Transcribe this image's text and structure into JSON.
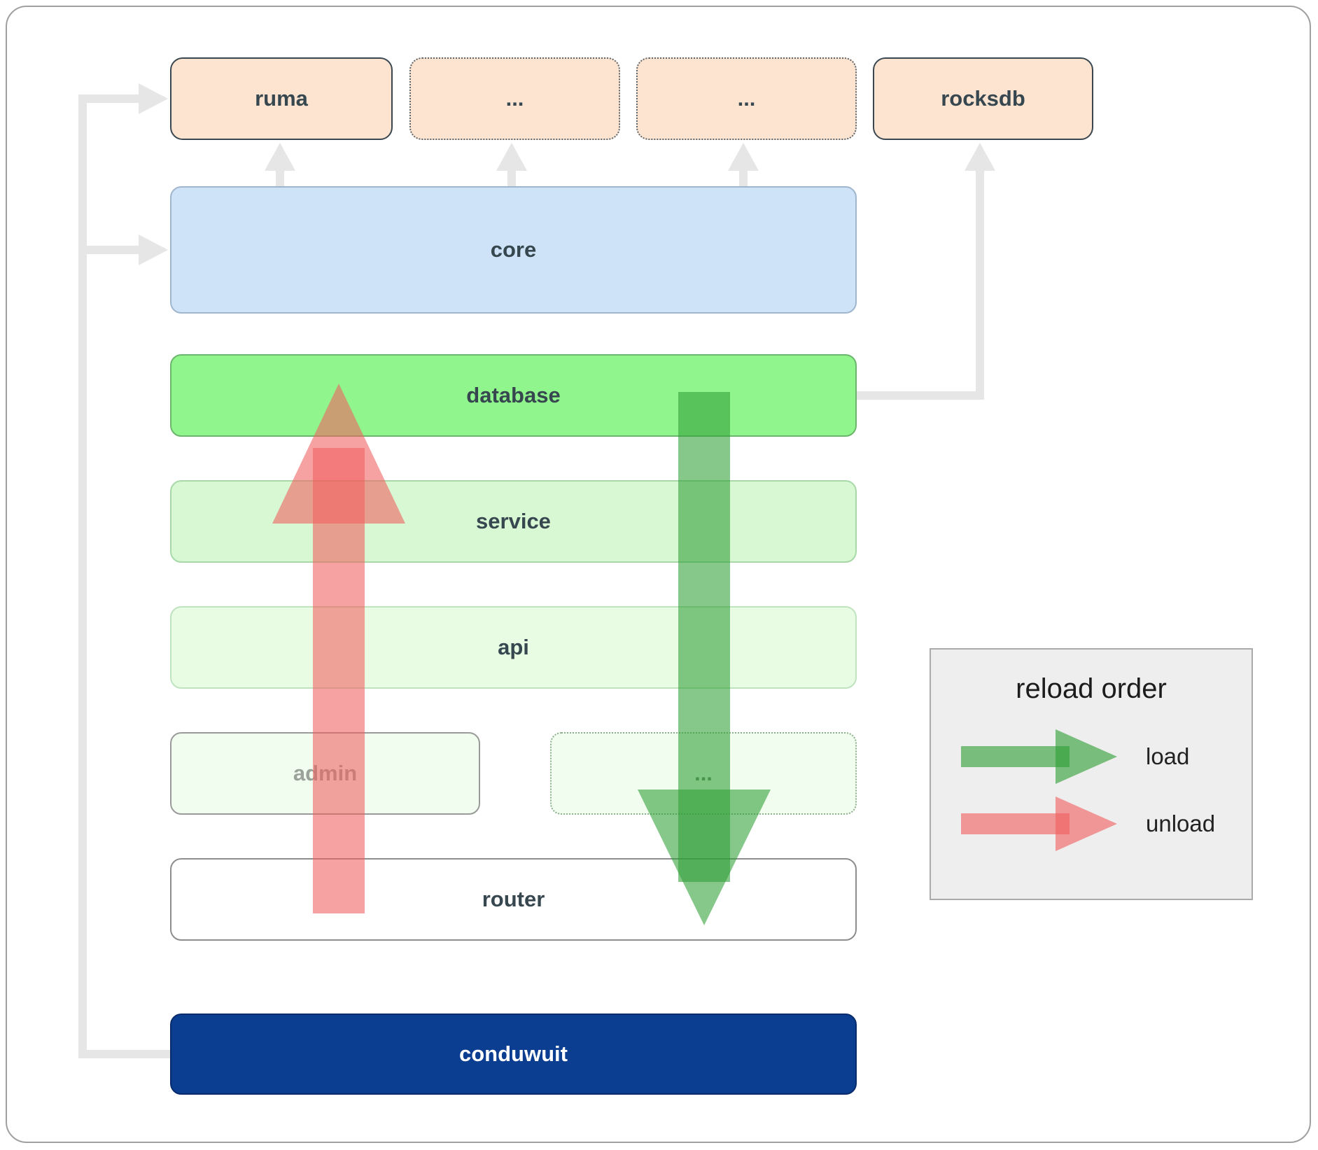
{
  "nodes": {
    "ruma": {
      "label": "ruma"
    },
    "ellipsis_top_1": {
      "label": "..."
    },
    "ellipsis_top_2": {
      "label": "..."
    },
    "rocksdb": {
      "label": "rocksdb"
    },
    "core": {
      "label": "core"
    },
    "database": {
      "label": "database"
    },
    "service": {
      "label": "service"
    },
    "api": {
      "label": "api"
    },
    "admin": {
      "label": "admin"
    },
    "ellipsis_mid": {
      "label": "..."
    },
    "router": {
      "label": "router"
    },
    "conduwuit": {
      "label": "conduwuit"
    }
  },
  "legend": {
    "title": "reload order",
    "items": [
      {
        "label": "load",
        "color": "#2e9e35"
      },
      {
        "label": "unload",
        "color": "#f15f5f"
      }
    ]
  },
  "colors": {
    "peach": "#fce4d1",
    "core_blue": "#cfe3f8",
    "database_green": "#90f58c",
    "service_green": "#d7f8d2",
    "api_green": "#e8fce4",
    "faint_green": "#f1fdee",
    "conduwuit_navy": "#0b3d91",
    "connector_gray": "#e6e6e6",
    "load_green": "#2e9e35",
    "unload_red": "#f15f5f"
  }
}
